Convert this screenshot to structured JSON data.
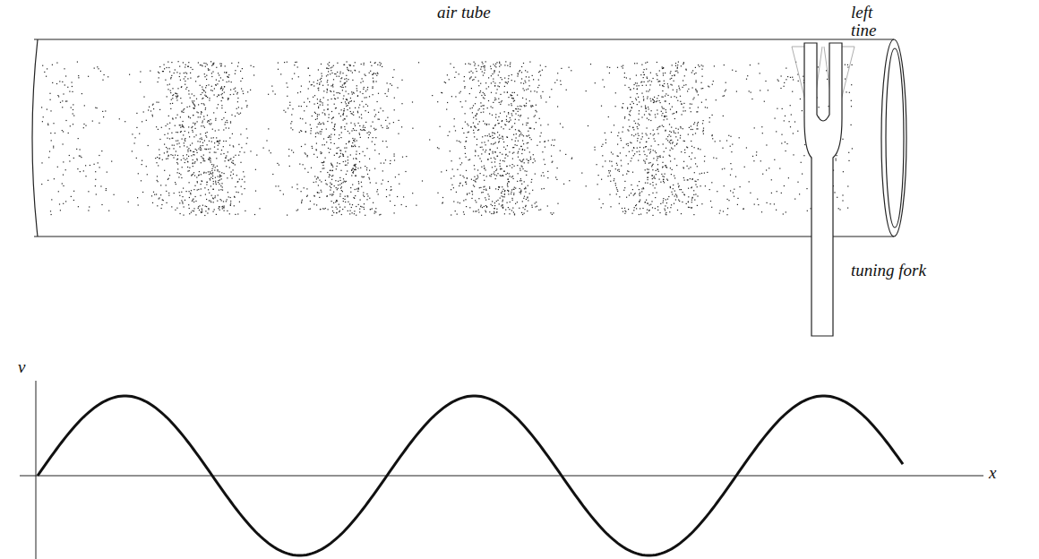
{
  "diagram": {
    "labels": [
      "air tube",
      "left tine",
      "tuning fork",
      "v",
      "x"
    ]
  }
}
